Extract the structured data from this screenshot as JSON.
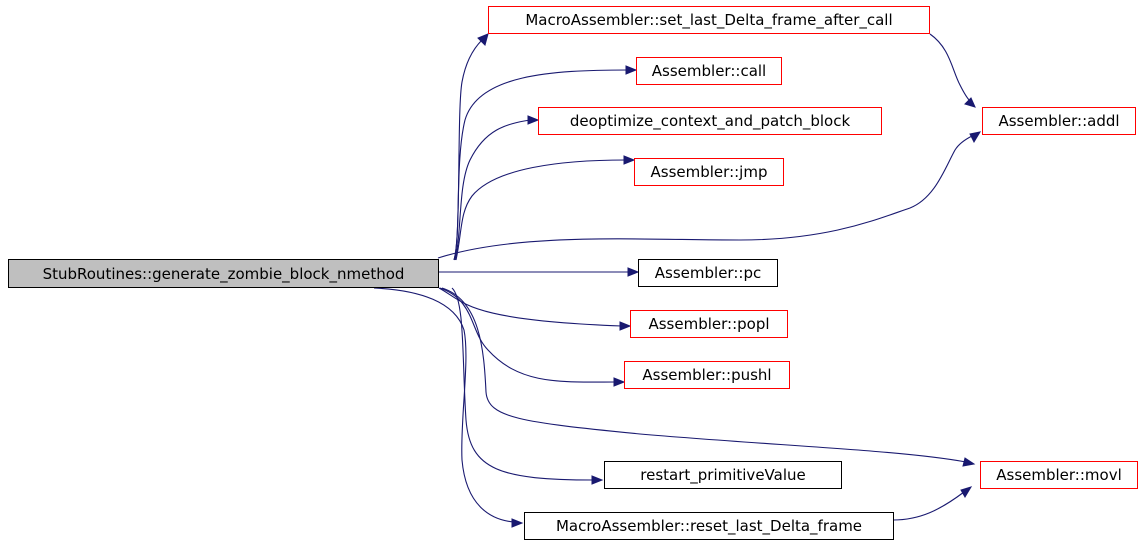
{
  "graph": {
    "root": "StubRoutines::generate_zombie_block_nmethod",
    "nodes": [
      {
        "id": "set_last",
        "label": "MacroAssembler::set_last_Delta_frame_after_call",
        "border": "red"
      },
      {
        "id": "call",
        "label": "Assembler::call",
        "border": "red"
      },
      {
        "id": "deopt",
        "label": "deoptimize_context_and_patch_block",
        "border": "red"
      },
      {
        "id": "jmp",
        "label": "Assembler::jmp",
        "border": "red"
      },
      {
        "id": "addl",
        "label": "Assembler::addl",
        "border": "red"
      },
      {
        "id": "pc",
        "label": "Assembler::pc",
        "border": "black"
      },
      {
        "id": "popl",
        "label": "Assembler::popl",
        "border": "red"
      },
      {
        "id": "pushl",
        "label": "Assembler::pushl",
        "border": "red"
      },
      {
        "id": "movl",
        "label": "Assembler::movl",
        "border": "red"
      },
      {
        "id": "restart",
        "label": "restart_primitiveValue",
        "border": "black"
      },
      {
        "id": "reset_last",
        "label": "MacroAssembler::reset_last_Delta_frame",
        "border": "black"
      }
    ],
    "edges": [
      [
        "root",
        "set_last"
      ],
      [
        "root",
        "call"
      ],
      [
        "root",
        "deopt"
      ],
      [
        "root",
        "jmp"
      ],
      [
        "root",
        "addl"
      ],
      [
        "root",
        "pc"
      ],
      [
        "root",
        "popl"
      ],
      [
        "root",
        "pushl"
      ],
      [
        "root",
        "movl"
      ],
      [
        "root",
        "restart"
      ],
      [
        "root",
        "reset_last"
      ],
      [
        "set_last",
        "addl"
      ],
      [
        "reset_last",
        "movl"
      ]
    ],
    "colors": {
      "edge": "#191970",
      "root_fill": "#bfbfbf",
      "link_border": "#ff0000",
      "plain_border": "#000000"
    }
  }
}
